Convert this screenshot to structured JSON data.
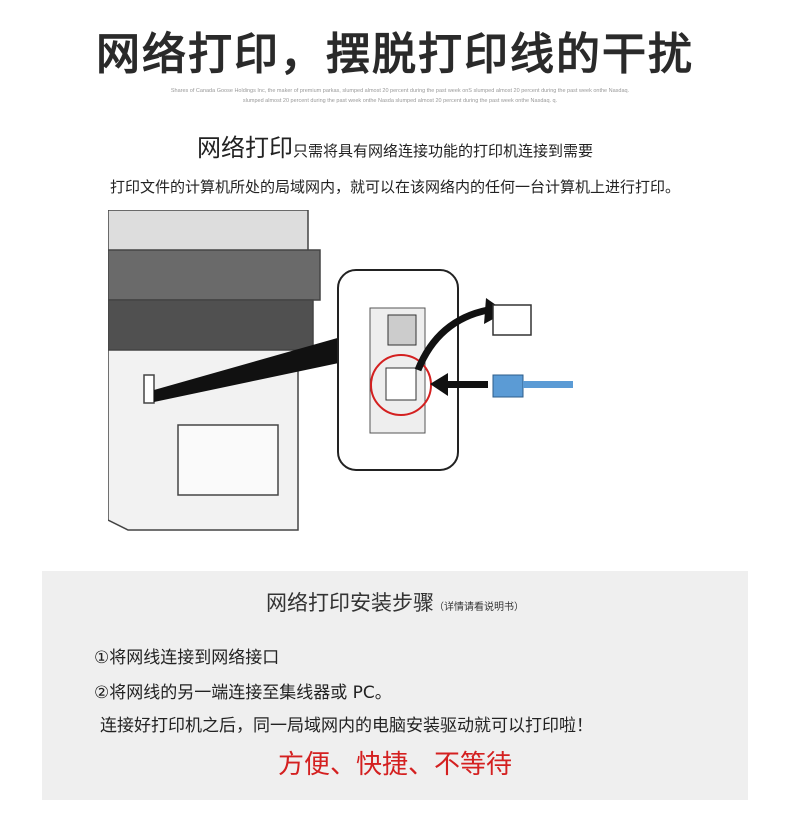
{
  "title": "网络打印，摆脱打印线的干扰",
  "fine_print": [
    "Shares of Canada Goose Holdings Inc, the maker of premium parkas, slumped almost 20 percent during the past week onS slumped almost 20 percent during the past week onthe Nasdaq.",
    "slumped almost 20 percent during the past week onthe Nasda slumped almost 20 percent during the past week onthe Nasdaq. q."
  ],
  "intro": {
    "lead": "网络打印",
    "rest": "只需将具有网络连接功能的打印机连接到需要",
    "line2": "打印文件的计算机所处的局域网内，就可以在该网络内的任何一台计算机上进行打印。"
  },
  "panel": {
    "title": "网络打印安装步骤",
    "note": "（详情请看说明书）",
    "steps": [
      "①将网线连接到网络接口",
      "②将网线的另一端连接至集线器或 PC。",
      "连接好打印机之后，同一局域网内的电脑安装驱动就可以打印啦！"
    ],
    "cta": "方便、快捷、不等待"
  },
  "colors": {
    "accent": "#d42020",
    "cable": "#5b9bd5",
    "panel": "#efefef"
  }
}
